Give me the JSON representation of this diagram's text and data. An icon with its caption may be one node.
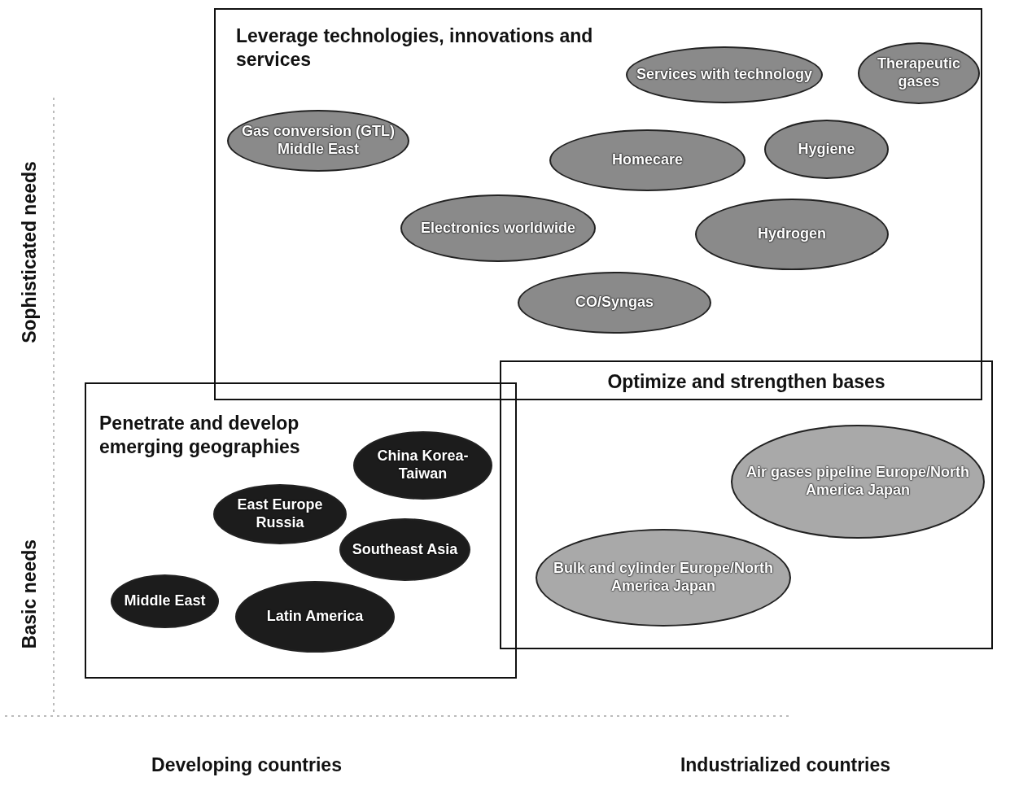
{
  "diagram": {
    "nodes": [
      {
        "text": [
          "Leverage technologies, innovations and services"
        ]
      },
      {
        "text": [
          "Services with technology"
        ],
        "in": 0
      },
      {
        "text": [
          "Therapeutic gases"
        ],
        "in": 0
      },
      {
        "text": [
          "Gas conversion (GTL) Middle East"
        ],
        "in": 0
      },
      {
        "text": [
          "Homecare"
        ],
        "in": 0
      },
      {
        "text": [
          "Hygiene"
        ],
        "in": 0
      },
      {
        "text": [
          "Electronics worldwide"
        ],
        "in": 0
      },
      {
        "text": [
          "Hydrogen"
        ],
        "in": 0
      },
      {
        "text": [
          "CO/Syngas"
        ],
        "in": 0
      },
      {
        "text": [
          "Optimize and strengthen bases"
        ]
      },
      {
        "text": [
          "Air gases pipeline Europe/North America Japan"
        ],
        "in": 9
      },
      {
        "text": [
          "Bulk and cylinder Europe/North America Japan"
        ],
        "in": 9
      },
      {
        "text": [
          "Penetrate and develop emerging geographies"
        ]
      },
      {
        "text": [
          "China Korea-Taiwan"
        ],
        "in": 12
      },
      {
        "text": [
          "East Europe Russia"
        ],
        "in": 12
      },
      {
        "text": [
          "Southeast Asia"
        ],
        "in": 12
      },
      {
        "text": [
          "Middle East"
        ],
        "in": 12
      },
      {
        "text": [
          "Latin America"
        ],
        "in": 12
      }
    ],
    "edges": [],
    "labels": [
      "Sophisticated needs",
      "Basic needs",
      "Developing countries",
      "Industrialized countries"
    ]
  }
}
